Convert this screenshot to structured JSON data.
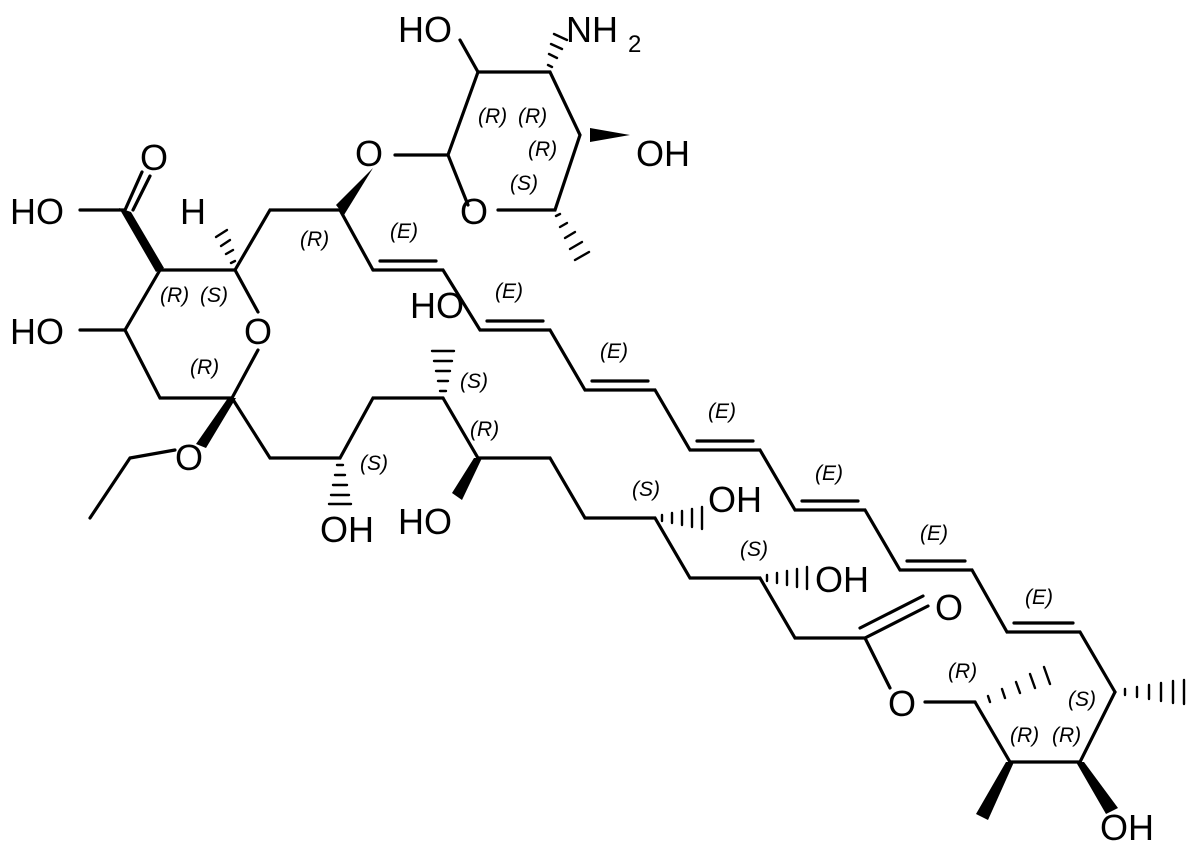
{
  "atoms": {
    "oh": "OH",
    "ho": "HO",
    "o": "O",
    "h": "H",
    "nh": "NH",
    "two": "2"
  },
  "stereo": {
    "r": "(R)",
    "s": "(S)",
    "e": "(E)"
  }
}
